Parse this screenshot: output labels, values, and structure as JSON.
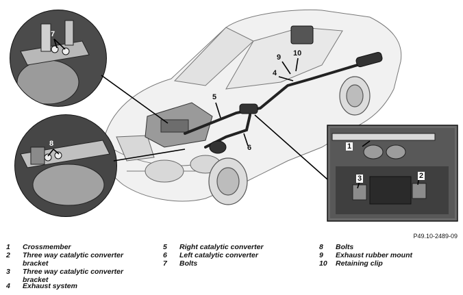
{
  "figure_ref": "P49.10-2489-09",
  "callouts": {
    "c1": "1",
    "c2": "2",
    "c3": "3",
    "c4": "4",
    "c5": "5",
    "c6": "6",
    "c7": "7",
    "c8": "8",
    "c9": "9",
    "c10": "10"
  },
  "legend": [
    {
      "num": "1",
      "text": "Crossmember"
    },
    {
      "num": "2",
      "text": "Three way catalytic converter bracket"
    },
    {
      "num": "3",
      "text": "Three way catalytic converter bracket"
    },
    {
      "num": "4",
      "text": "Exhaust system"
    },
    {
      "num": "5",
      "text": "Right catalytic converter"
    },
    {
      "num": "6",
      "text": "Left catalytic converter"
    },
    {
      "num": "7",
      "text": "Bolts"
    },
    {
      "num": "8",
      "text": "Bolts"
    },
    {
      "num": "9",
      "text": "Exhaust rubber mount"
    },
    {
      "num": "10",
      "text": "Retaining clip"
    }
  ]
}
